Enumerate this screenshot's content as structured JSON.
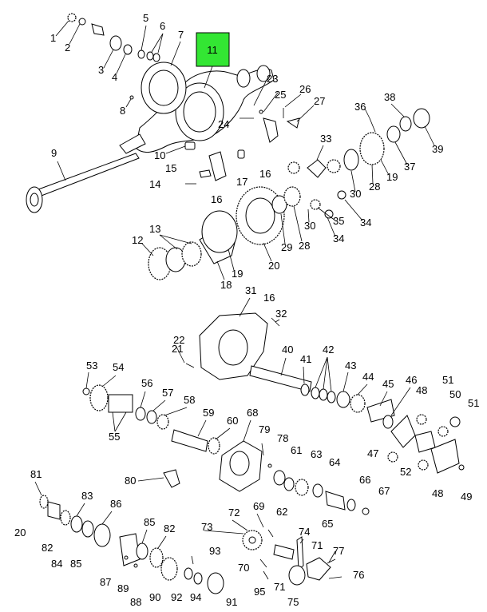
{
  "diagram": {
    "highlight": {
      "label": "11",
      "color": "#33e633"
    },
    "callouts": [
      {
        "id": "c1",
        "text": "1"
      },
      {
        "id": "c2",
        "text": "2"
      },
      {
        "id": "c3",
        "text": "3"
      },
      {
        "id": "c4",
        "text": "4"
      },
      {
        "id": "c5",
        "text": "5"
      },
      {
        "id": "c6",
        "text": "6"
      },
      {
        "id": "c7",
        "text": "7"
      },
      {
        "id": "c8",
        "text": "8"
      },
      {
        "id": "c9",
        "text": "9"
      },
      {
        "id": "c10",
        "text": "10"
      },
      {
        "id": "c12",
        "text": "12"
      },
      {
        "id": "c13",
        "text": "13"
      },
      {
        "id": "c14",
        "text": "14"
      },
      {
        "id": "c15",
        "text": "15"
      },
      {
        "id": "c16a",
        "text": "16"
      },
      {
        "id": "c16b",
        "text": "16"
      },
      {
        "id": "c16c",
        "text": "16"
      },
      {
        "id": "c17",
        "text": "17"
      },
      {
        "id": "c18",
        "text": "18"
      },
      {
        "id": "c19a",
        "text": "19"
      },
      {
        "id": "c19b",
        "text": "19"
      },
      {
        "id": "c20a",
        "text": "20"
      },
      {
        "id": "c20b",
        "text": "20"
      },
      {
        "id": "c21",
        "text": "21"
      },
      {
        "id": "c22",
        "text": "22"
      },
      {
        "id": "c23",
        "text": "23"
      },
      {
        "id": "c24",
        "text": "24"
      },
      {
        "id": "c25",
        "text": "25"
      },
      {
        "id": "c26",
        "text": "26"
      },
      {
        "id": "c27",
        "text": "27"
      },
      {
        "id": "c28a",
        "text": "28"
      },
      {
        "id": "c28b",
        "text": "28"
      },
      {
        "id": "c29",
        "text": "29"
      },
      {
        "id": "c30a",
        "text": "30"
      },
      {
        "id": "c30b",
        "text": "30"
      },
      {
        "id": "c31",
        "text": "31"
      },
      {
        "id": "c32",
        "text": "32"
      },
      {
        "id": "c33",
        "text": "33"
      },
      {
        "id": "c34a",
        "text": "34"
      },
      {
        "id": "c34b",
        "text": "34"
      },
      {
        "id": "c35",
        "text": "35"
      },
      {
        "id": "c36",
        "text": "36"
      },
      {
        "id": "c37",
        "text": "37"
      },
      {
        "id": "c38",
        "text": "38"
      },
      {
        "id": "c39",
        "text": "39"
      },
      {
        "id": "c40",
        "text": "40"
      },
      {
        "id": "c41",
        "text": "41"
      },
      {
        "id": "c42",
        "text": "42"
      },
      {
        "id": "c43",
        "text": "43"
      },
      {
        "id": "c44",
        "text": "44"
      },
      {
        "id": "c45",
        "text": "45"
      },
      {
        "id": "c46",
        "text": "46"
      },
      {
        "id": "c47",
        "text": "47"
      },
      {
        "id": "c48a",
        "text": "48"
      },
      {
        "id": "c48b",
        "text": "48"
      },
      {
        "id": "c49",
        "text": "49"
      },
      {
        "id": "c50",
        "text": "50"
      },
      {
        "id": "c51a",
        "text": "51"
      },
      {
        "id": "c51b",
        "text": "51"
      },
      {
        "id": "c52",
        "text": "52"
      },
      {
        "id": "c53",
        "text": "53"
      },
      {
        "id": "c54",
        "text": "54"
      },
      {
        "id": "c55",
        "text": "55"
      },
      {
        "id": "c56",
        "text": "56"
      },
      {
        "id": "c57",
        "text": "57"
      },
      {
        "id": "c58",
        "text": "58"
      },
      {
        "id": "c59",
        "text": "59"
      },
      {
        "id": "c60",
        "text": "60"
      },
      {
        "id": "c61",
        "text": "61"
      },
      {
        "id": "c62",
        "text": "62"
      },
      {
        "id": "c63",
        "text": "63"
      },
      {
        "id": "c64",
        "text": "64"
      },
      {
        "id": "c65",
        "text": "65"
      },
      {
        "id": "c66",
        "text": "66"
      },
      {
        "id": "c67",
        "text": "67"
      },
      {
        "id": "c68",
        "text": "68"
      },
      {
        "id": "c69",
        "text": "69"
      },
      {
        "id": "c70",
        "text": "70"
      },
      {
        "id": "c71a",
        "text": "71"
      },
      {
        "id": "c71b",
        "text": "71"
      },
      {
        "id": "c72",
        "text": "72"
      },
      {
        "id": "c73",
        "text": "73"
      },
      {
        "id": "c74",
        "text": "74"
      },
      {
        "id": "c75",
        "text": "75"
      },
      {
        "id": "c76",
        "text": "76"
      },
      {
        "id": "c77",
        "text": "77"
      },
      {
        "id": "c78",
        "text": "78"
      },
      {
        "id": "c79",
        "text": "79"
      },
      {
        "id": "c80",
        "text": "80"
      },
      {
        "id": "c81",
        "text": "81"
      },
      {
        "id": "c82a",
        "text": "82"
      },
      {
        "id": "c82b",
        "text": "82"
      },
      {
        "id": "c83",
        "text": "83"
      },
      {
        "id": "c84",
        "text": "84"
      },
      {
        "id": "c85a",
        "text": "85"
      },
      {
        "id": "c85b",
        "text": "85"
      },
      {
        "id": "c86",
        "text": "86"
      },
      {
        "id": "c87",
        "text": "87"
      },
      {
        "id": "c88",
        "text": "88"
      },
      {
        "id": "c89",
        "text": "89"
      },
      {
        "id": "c90",
        "text": "90"
      },
      {
        "id": "c91",
        "text": "91"
      },
      {
        "id": "c92",
        "text": "92"
      },
      {
        "id": "c93",
        "text": "93"
      },
      {
        "id": "c94",
        "text": "94"
      },
      {
        "id": "c95",
        "text": "95"
      }
    ]
  }
}
